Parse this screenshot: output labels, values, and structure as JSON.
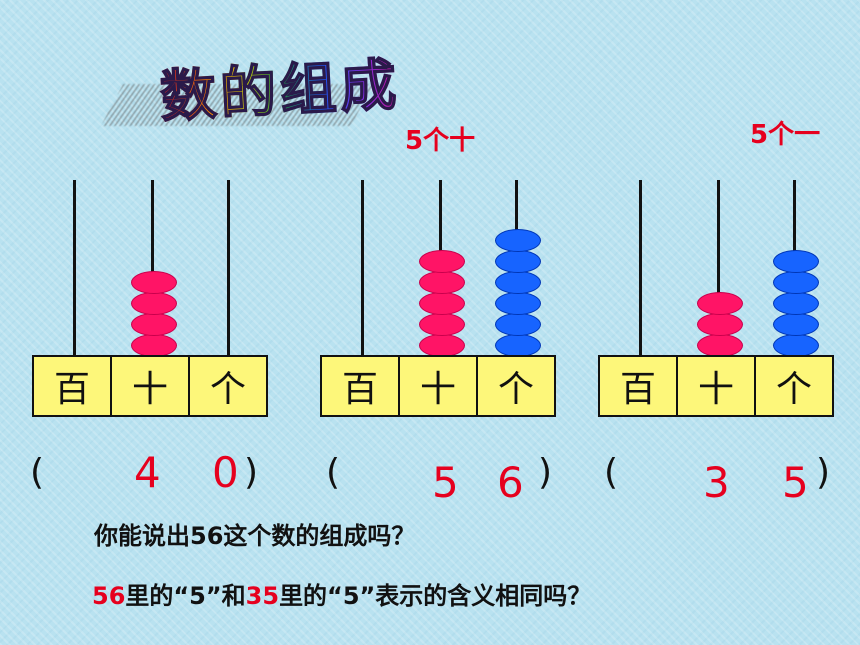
{
  "title": "数的组成",
  "notes": {
    "tens": "5个十",
    "ones": "5个一"
  },
  "place_labels": [
    "百",
    "十",
    "个"
  ],
  "abaci": [
    {
      "hundreds_beads": 0,
      "tens_beads": 4,
      "ones_beads": 0,
      "answer_tens": "4",
      "answer_ones": "0"
    },
    {
      "hundreds_beads": 0,
      "tens_beads": 5,
      "ones_beads": 6,
      "answer_tens": "5",
      "answer_ones": "6"
    },
    {
      "hundreds_beads": 0,
      "tens_beads": 3,
      "ones_beads": 5,
      "answer_tens": "3",
      "answer_ones": "5"
    }
  ],
  "paren_open": "(",
  "paren_close": ")",
  "question1": "你能说出56这个数的组成吗？",
  "question2": {
    "num1": "56",
    "part1": "里的“5”和",
    "num2": "35",
    "part2": "里的“5”表示的含义相同吗？"
  },
  "colors": {
    "tens_bead": "#ff1466",
    "ones_bead": "#1764ff",
    "accent": "#e6001e",
    "frame": "#fdf77a"
  }
}
